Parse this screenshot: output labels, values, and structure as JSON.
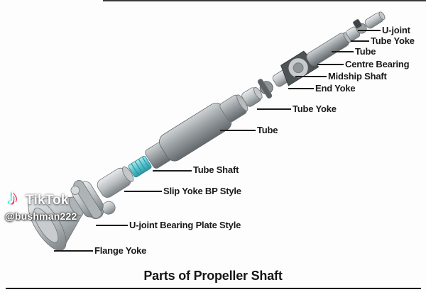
{
  "title": "Parts of Propeller Shaft",
  "watermark": {
    "brand": "TikTok",
    "username": "@bushman222",
    "logo_icon": "tiktok-note-icon",
    "brand_cyan": "#25f4ee",
    "brand_red": "#fe2c55"
  },
  "diagram": {
    "subject": "Exploded view diagram of a propeller shaft with labeled parts",
    "labels": [
      {
        "text": "U-joint"
      },
      {
        "text": "Tube Yoke"
      },
      {
        "text": "Tube"
      },
      {
        "text": "Centre Bearing"
      },
      {
        "text": "Midship Shaft"
      },
      {
        "text": "End Yoke"
      },
      {
        "text": "Tube Yoke"
      },
      {
        "text": "Tube"
      },
      {
        "text": "Tube Shaft"
      },
      {
        "text": "Slip Yoke BP Style"
      },
      {
        "text": "U-joint Bearing Plate Style"
      },
      {
        "text": "Flange Yoke"
      }
    ],
    "colors": {
      "metal_light": "#e9ebec",
      "metal_mid": "#b9bec1",
      "metal_dark": "#7c8285",
      "tube_shaft_teal": "#55c3cd",
      "label_text": "#1a1a1a",
      "leader_line": "#1c1c1c"
    }
  }
}
